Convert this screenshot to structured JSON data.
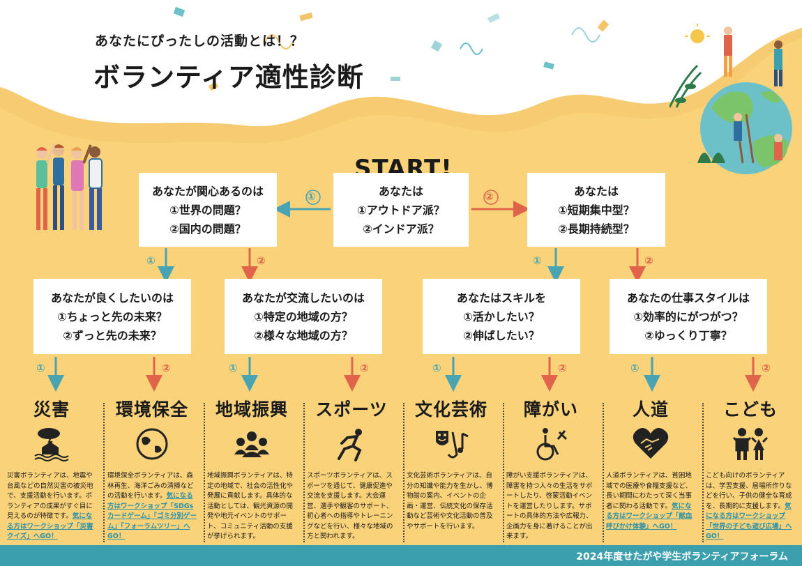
{
  "header": {
    "subtitle": "あなたにぴったしの活動とは！？",
    "title": "ボランティア適性診断"
  },
  "start_label": "START!",
  "questions": {
    "start": [
      "あなたは",
      "①アウトドア派？",
      "②インドア派？"
    ],
    "left": [
      "あなたが関心あるのは",
      "①世界の問題？",
      "②国内の問題？"
    ],
    "right": [
      "あなたは",
      "①短期集中型？",
      "②長期持続型？"
    ],
    "q1": [
      "あなたが良くしたいのは",
      "①ちょっと先の未来？",
      "②ずっと先の未来？"
    ],
    "q2": [
      "あなたが交流したいのは",
      "①特定の地域の方？",
      "②様々な地域の方？"
    ],
    "q3": [
      "あなたはスキルを",
      "①活かしたい？",
      "②伸ばしたい？"
    ],
    "q4": [
      "あなたの仕事スタイルは",
      "①効率的にがつがつ？",
      "②ゆっくり丁寧？"
    ]
  },
  "choice_labels": {
    "one": "①",
    "two": "②"
  },
  "colors": {
    "teal": "#48a3b3",
    "red": "#e0644a",
    "background": "#f9d27a",
    "footer": "#3b9fad"
  },
  "categories": [
    {
      "name": "災害",
      "icon": "flood-house-icon",
      "desc": "災害ボランティアは、地震や台風などの自然災害の被災地で、支援活動を行います。ボランティアの成果がすぐ目に見えるのが特徴です。",
      "link": "気になる方はワークショップ「災害クイズ」へGO！"
    },
    {
      "name": "環境保全",
      "icon": "globe-icon",
      "desc": "環境保全ボランティアは、森林再生、海洋ごみの清掃などの活動を行います。",
      "link": "気になる方はワークショップ「SDGsカードゲーム」「ゴミ分別ゲーム」「フォーラムツリー」へGO！"
    },
    {
      "name": "地域振興",
      "icon": "community-icon",
      "desc": "地域振興ボランティアは、特定の地域で、社会の活性化や発展に貢献します。具体的な活動としては、観光資源の開発や地元イベントのサポート、コミュニティ活動の支援が挙げられます。",
      "link": ""
    },
    {
      "name": "スポーツ",
      "icon": "runner-icon",
      "desc": "スポーツボランティアは、スポーツを通じて、健康促進や交流を支援します。大会運営、選手や観客のサポート、初心者への指導やトレーニングなどを行い、様々な地域の方と関われます。",
      "link": ""
    },
    {
      "name": "文化芸術",
      "icon": "theater-music-icon",
      "desc": "文化芸術ボランティアは、自分の知識や能力を生かし、博物館の案内、イベントの企画・運営、伝統文化の保存活動など芸術や文化活動の普及やサポートを行います。",
      "link": ""
    },
    {
      "name": "障がい",
      "icon": "wheelchair-icon",
      "desc": "障がい支援ボランティアは、障害を持つ人々の生活をサポートしたり、啓蒙活動イベントを運営したりします。サポートの具体的方法や広報力、企画力を身に着けることが出来ます。",
      "link": ""
    },
    {
      "name": "人道",
      "icon": "heart-handshake-icon",
      "desc": "人道ボランティアは、貧困地域での医療や食糧支援など、長い期間にわたって深く当事者に関わる活動です。",
      "link": "気になる方はワークショップ「献血呼びかけ体験」へGO！"
    },
    {
      "name": "こども",
      "icon": "children-icon",
      "desc": "こども向けのボランティアは、学習支援、居場所作りなどを行い、子供の健全な育成を、長期的に支援します。",
      "link": "気になる方はワークショップ「世界の子ども遊び広場」へGO！"
    }
  ],
  "footer": {
    "text": "2024年度せたがや学生ボランティアフォーラム"
  }
}
